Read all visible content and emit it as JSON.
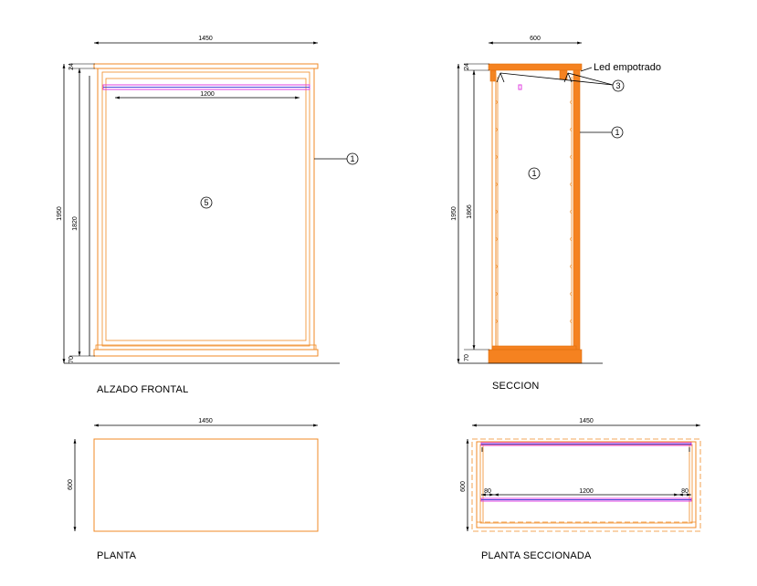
{
  "views": {
    "front": {
      "title": "ALZADO FRONTAL",
      "width_dim": "1450",
      "inner_dim": "1200",
      "height_total": "1950",
      "height_body": "1820",
      "top_dim": "24",
      "bottom_dim": "70",
      "callout_side": "1",
      "callout_center": "5"
    },
    "section": {
      "title": "SECCION",
      "width_dim": "600",
      "height_total": "1950",
      "height_body": "1866",
      "top_dim": "24",
      "bottom_dim": "70",
      "led_note": "Led empotrado",
      "callout_led": "3",
      "callout_side": "1",
      "callout_center": "1"
    },
    "plan": {
      "title": "PLANTA",
      "width_dim": "1450",
      "depth_dim": "600"
    },
    "plan_section": {
      "title": "PLANTA SECCIONADA",
      "width_dim": "1450",
      "depth_dim": "600",
      "inner_dim": "1200",
      "left_dim": "80",
      "right_dim": "80"
    }
  },
  "colors": {
    "wood": "#f08a24",
    "led_pink": "#e040e0",
    "led_blue": "#4a4ad8"
  }
}
